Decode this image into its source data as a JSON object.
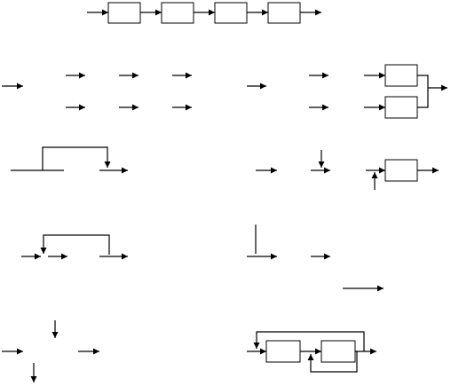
{
  "figure": {
    "kind": "block-diagram-exercises",
    "labels": [],
    "panels": [
      {
        "id": "series-chain",
        "blocks": 4
      },
      {
        "id": "parallel-branches",
        "blocks": 0
      },
      {
        "id": "parallel-sum",
        "blocks": 2
      },
      {
        "id": "takeoff-move-forward",
        "blocks": 0
      },
      {
        "id": "summing-move-forward",
        "blocks": 1
      },
      {
        "id": "takeoff-move-behind",
        "blocks": 0
      },
      {
        "id": "summing-move-behind",
        "blocks": 0
      },
      {
        "id": "equivalent-single-arrow",
        "blocks": 0
      },
      {
        "id": "interchange-points",
        "blocks": 0
      },
      {
        "id": "nested-feedback",
        "blocks": 2
      }
    ]
  }
}
